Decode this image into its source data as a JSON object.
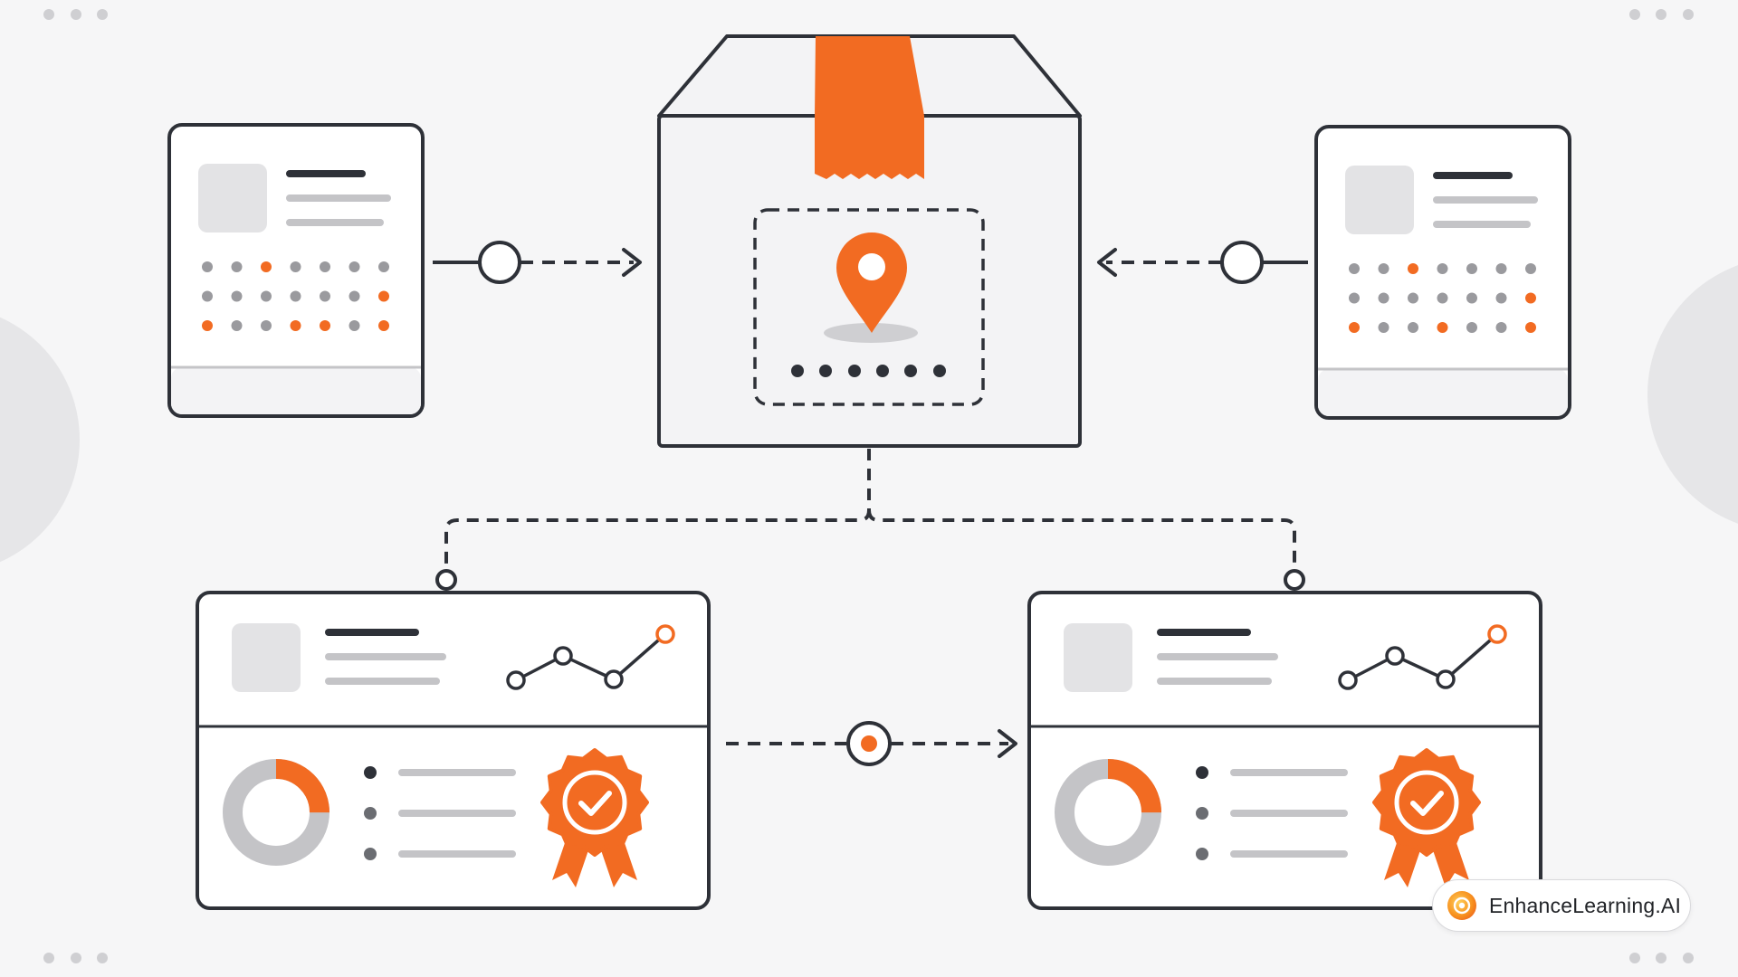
{
  "brand": {
    "name": "EnhanceLearning.AI",
    "logo_icon": "target-logo-icon"
  },
  "colors": {
    "accent": "#f26b22",
    "stroke": "#2e3138",
    "background": "#f6f6f7",
    "card_fill": "#ffffff",
    "box_fill": "#f3f3f5",
    "placeholder": "#d9d9dc",
    "line_gray": "#c4c4c7",
    "dot_gray": "#9a9a9e",
    "decor_circle": "#e6e6e8"
  },
  "diagram": {
    "central_package": {
      "icons": [
        "package-box-icon",
        "tape-icon",
        "location-pin-icon"
      ],
      "code_dot_count": 6
    },
    "source_cards": [
      {
        "side": "left",
        "dot_grid_accent": [
          2,
          13,
          14,
          17,
          18,
          20
        ]
      },
      {
        "side": "right",
        "dot_grid_accent": [
          2,
          13,
          14,
          17,
          20
        ]
      }
    ],
    "report_cards": [
      {
        "side": "left",
        "icons": [
          "trend-chart-icon",
          "donut-chart-icon",
          "certified-badge-icon"
        ],
        "donut_fraction": 0.25,
        "list_items": 3
      },
      {
        "side": "right",
        "icons": [
          "trend-chart-icon",
          "donut-chart-icon",
          "certified-badge-icon"
        ],
        "donut_fraction": 0.25,
        "list_items": 3
      }
    ],
    "connectors": [
      "left-card-to-package",
      "right-card-to-package",
      "package-to-report-cards",
      "report-left-to-report-right"
    ]
  }
}
